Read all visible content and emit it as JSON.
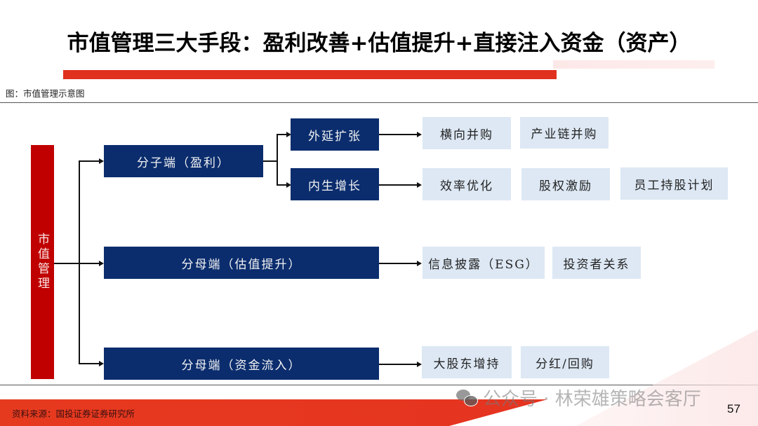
{
  "title": "市值管理三大手段：盈利改善+估值提升+直接注入资金（资产）",
  "caption": "图：市值管理示意图",
  "diagram": {
    "root": "市值管理",
    "branches": [
      {
        "label": "分子端（盈利）",
        "children": [
          {
            "label": "外延扩张",
            "items": [
              "横向并购",
              "产业链并购"
            ]
          },
          {
            "label": "内生增长",
            "items": [
              "效率优化",
              "股权激励",
              "员工持股计划"
            ]
          }
        ]
      },
      {
        "label": "分母端（估值提升）",
        "items": [
          "信息披露（ESG）",
          "投资者关系"
        ]
      },
      {
        "label": "分母端（资金流入）",
        "items": [
          "大股东增持",
          "分红/回购"
        ]
      }
    ]
  },
  "colors": {
    "root": "#c00000",
    "dark_box": "#0b2d6e",
    "light_box": "#dde8f4",
    "accent_red": "#e0301e"
  },
  "footer": {
    "source": "资料来源：国投证券证券研究所",
    "watermark": "公众号 · 林荣雄策略会客厅",
    "page_number": "57"
  }
}
